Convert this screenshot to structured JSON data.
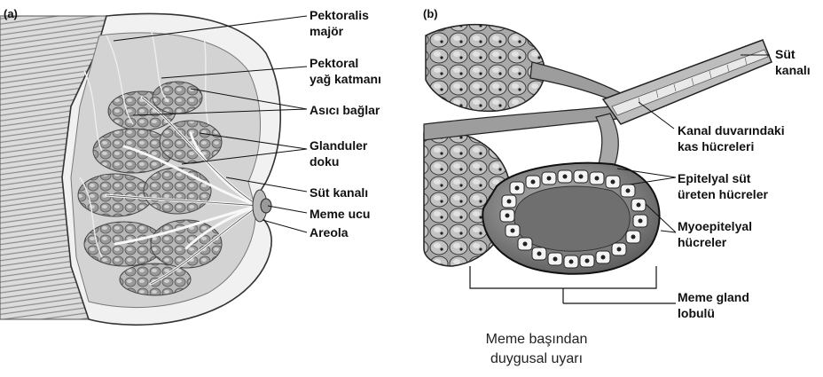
{
  "panel_a": {
    "tag": "(a)",
    "labels": {
      "pectoralis_major": [
        "Pektoralis",
        "majör"
      ],
      "pectoral_fat": [
        "Pektoral",
        "yağ katmanı"
      ],
      "suspensory_ligaments": "Asıcı bağlar",
      "glandular_tissue": [
        "Glanduler",
        "doku"
      ],
      "milk_duct": "Süt kanalı",
      "nipple": "Meme ucu",
      "areola": "Areola"
    }
  },
  "panel_b": {
    "tag": "(b)",
    "labels": {
      "milk_duct": [
        "Süt",
        "kanalı"
      ],
      "duct_muscle": [
        "Kanal duvarındaki",
        "kas hücreleri"
      ],
      "epithelial": [
        "Epitelyal süt",
        "üreten hücreler"
      ],
      "myoepithelial": [
        "Myoepitelyal",
        "hücreler"
      ],
      "lobule": [
        "Meme gland",
        "lobulü"
      ]
    }
  },
  "caption": [
    "Meme başından",
    "duygusal uyarı"
  ]
}
